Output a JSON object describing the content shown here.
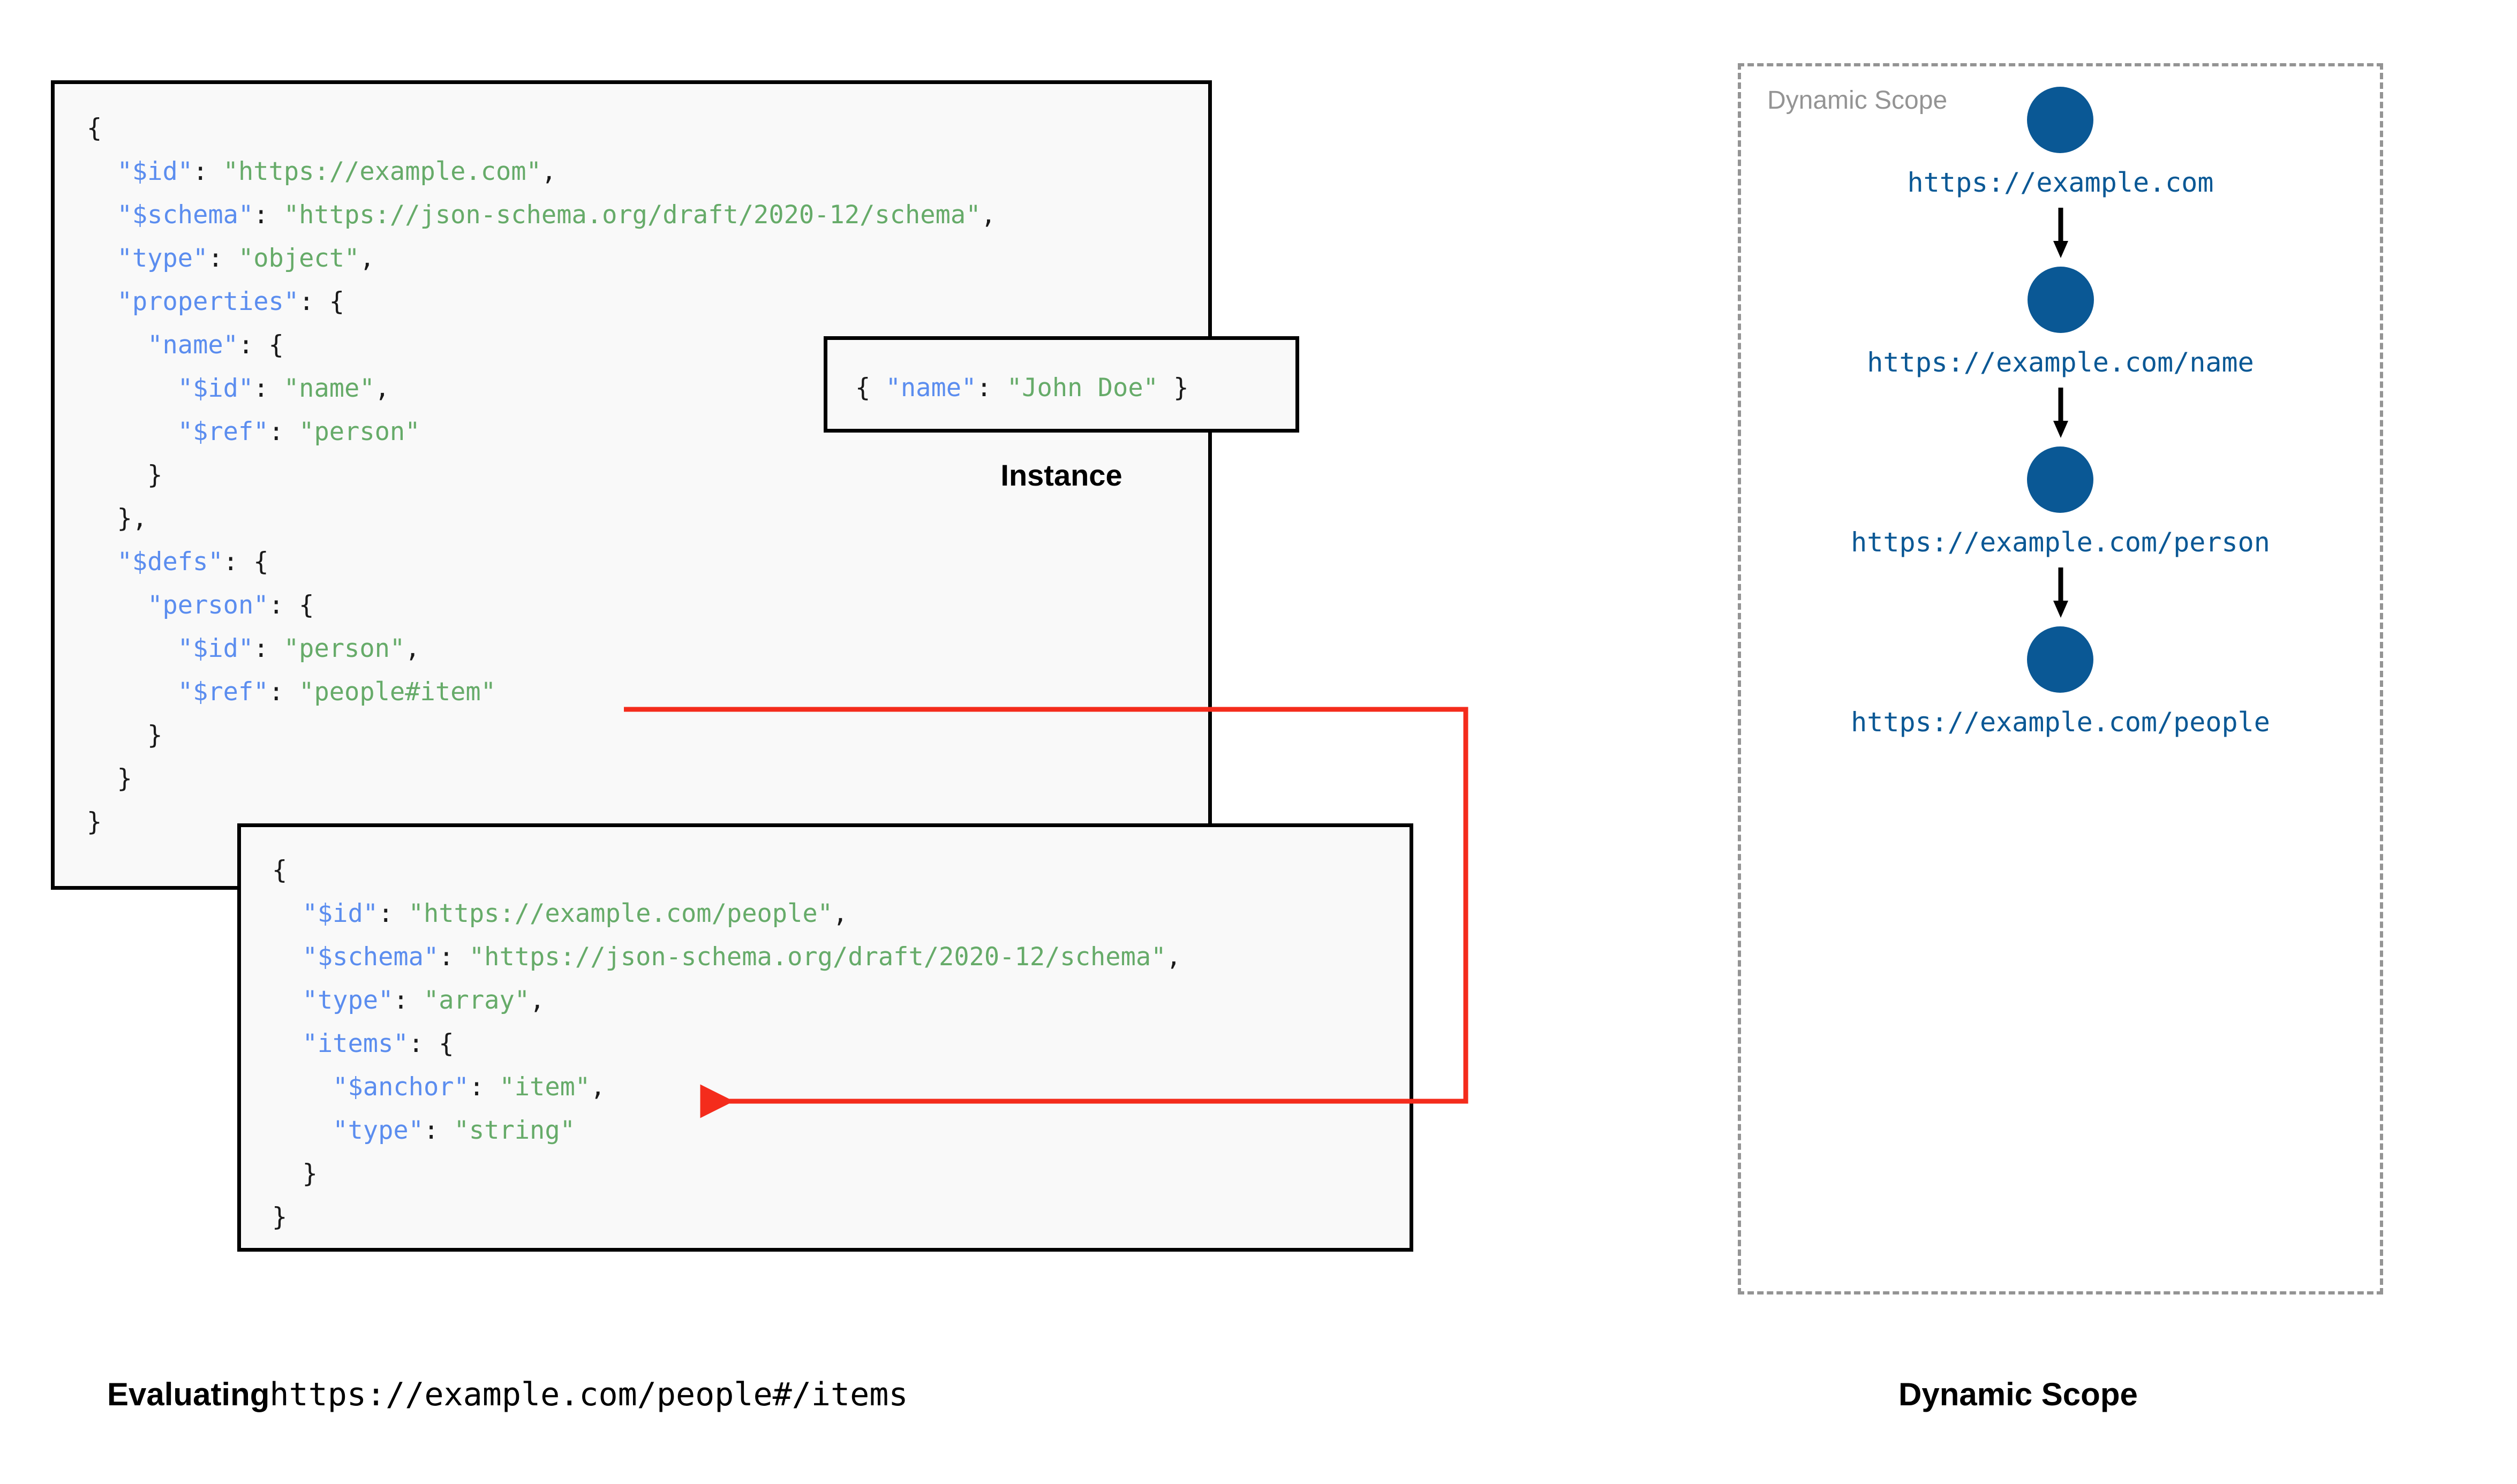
{
  "schema_root": {
    "lines": [
      [
        {
          "t": "{",
          "c": "p"
        }
      ],
      [
        {
          "t": "  ",
          "c": "p"
        },
        {
          "t": "\"$id\"",
          "c": "k"
        },
        {
          "t": ": ",
          "c": "p"
        },
        {
          "t": "\"https://example.com\"",
          "c": "v"
        },
        {
          "t": ",",
          "c": "p"
        }
      ],
      [
        {
          "t": "  ",
          "c": "p"
        },
        {
          "t": "\"$schema\"",
          "c": "k"
        },
        {
          "t": ": ",
          "c": "p"
        },
        {
          "t": "\"https://json-schema.org/draft/2020-12/schema\"",
          "c": "v"
        },
        {
          "t": ",",
          "c": "p"
        }
      ],
      [
        {
          "t": "  ",
          "c": "p"
        },
        {
          "t": "\"type\"",
          "c": "k"
        },
        {
          "t": ": ",
          "c": "p"
        },
        {
          "t": "\"object\"",
          "c": "v"
        },
        {
          "t": ",",
          "c": "p"
        }
      ],
      [
        {
          "t": "  ",
          "c": "p"
        },
        {
          "t": "\"properties\"",
          "c": "k"
        },
        {
          "t": ": {",
          "c": "p"
        }
      ],
      [
        {
          "t": "    ",
          "c": "p"
        },
        {
          "t": "\"name\"",
          "c": "k"
        },
        {
          "t": ": {",
          "c": "p"
        }
      ],
      [
        {
          "t": "      ",
          "c": "p"
        },
        {
          "t": "\"$id\"",
          "c": "k"
        },
        {
          "t": ": ",
          "c": "p"
        },
        {
          "t": "\"name\"",
          "c": "v"
        },
        {
          "t": ",",
          "c": "p"
        }
      ],
      [
        {
          "t": "      ",
          "c": "p"
        },
        {
          "t": "\"$ref\"",
          "c": "k"
        },
        {
          "t": ": ",
          "c": "p"
        },
        {
          "t": "\"person\"",
          "c": "v"
        }
      ],
      [
        {
          "t": "    }",
          "c": "p"
        }
      ],
      [
        {
          "t": "  },",
          "c": "p"
        }
      ],
      [
        {
          "t": "  ",
          "c": "p"
        },
        {
          "t": "\"$defs\"",
          "c": "k"
        },
        {
          "t": ": {",
          "c": "p"
        }
      ],
      [
        {
          "t": "    ",
          "c": "p"
        },
        {
          "t": "\"person\"",
          "c": "k"
        },
        {
          "t": ": {",
          "c": "p"
        }
      ],
      [
        {
          "t": "      ",
          "c": "p"
        },
        {
          "t": "\"$id\"",
          "c": "k"
        },
        {
          "t": ": ",
          "c": "p"
        },
        {
          "t": "\"person\"",
          "c": "v"
        },
        {
          "t": ",",
          "c": "p"
        }
      ],
      [
        {
          "t": "      ",
          "c": "p"
        },
        {
          "t": "\"$ref\"",
          "c": "k"
        },
        {
          "t": ": ",
          "c": "p"
        },
        {
          "t": "\"people#item\"",
          "c": "v"
        }
      ],
      [
        {
          "t": "    }",
          "c": "p"
        }
      ],
      [
        {
          "t": "  }",
          "c": "p"
        }
      ],
      [
        {
          "t": "}",
          "c": "p"
        }
      ]
    ]
  },
  "instance": {
    "caption": "Instance",
    "lines": [
      [
        {
          "t": "{ ",
          "c": "p"
        },
        {
          "t": "\"name\"",
          "c": "k"
        },
        {
          "t": ": ",
          "c": "p"
        },
        {
          "t": "\"John Doe\"",
          "c": "v"
        },
        {
          "t": " }",
          "c": "p"
        }
      ]
    ]
  },
  "schema_people": {
    "lines": [
      [
        {
          "t": "{",
          "c": "p"
        }
      ],
      [
        {
          "t": "  ",
          "c": "p"
        },
        {
          "t": "\"$id\"",
          "c": "k"
        },
        {
          "t": ": ",
          "c": "p"
        },
        {
          "t": "\"https://example.com/people\"",
          "c": "v"
        },
        {
          "t": ",",
          "c": "p"
        }
      ],
      [
        {
          "t": "  ",
          "c": "p"
        },
        {
          "t": "\"$schema\"",
          "c": "k"
        },
        {
          "t": ": ",
          "c": "p"
        },
        {
          "t": "\"https://json-schema.org/draft/2020-12/schema\"",
          "c": "v"
        },
        {
          "t": ",",
          "c": "p"
        }
      ],
      [
        {
          "t": "  ",
          "c": "p"
        },
        {
          "t": "\"type\"",
          "c": "k"
        },
        {
          "t": ": ",
          "c": "p"
        },
        {
          "t": "\"array\"",
          "c": "v"
        },
        {
          "t": ",",
          "c": "p"
        }
      ],
      [
        {
          "t": "  ",
          "c": "p"
        },
        {
          "t": "\"items\"",
          "c": "k"
        },
        {
          "t": ": {",
          "c": "p"
        }
      ],
      [
        {
          "t": "    ",
          "c": "p"
        },
        {
          "t": "\"$anchor\"",
          "c": "k"
        },
        {
          "t": ": ",
          "c": "p"
        },
        {
          "t": "\"item\"",
          "c": "v"
        },
        {
          "t": ",",
          "c": "p"
        }
      ],
      [
        {
          "t": "    ",
          "c": "p"
        },
        {
          "t": "\"type\"",
          "c": "k"
        },
        {
          "t": ": ",
          "c": "p"
        },
        {
          "t": "\"string\"",
          "c": "v"
        }
      ],
      [
        {
          "t": "  }",
          "c": "p"
        }
      ],
      [
        {
          "t": "}",
          "c": "p"
        }
      ]
    ]
  },
  "ref_arrow": {
    "color": "#f42c1c",
    "from_label": "\"people#item\"",
    "to_label": "\"$anchor\": \"item\""
  },
  "dynamic_scope": {
    "title": "Dynamic Scope",
    "caption": "Dynamic Scope",
    "node_color": "#0a5895",
    "border_color": "#949494",
    "nodes": [
      {
        "label": "https://example.com"
      },
      {
        "label": "https://example.com/name"
      },
      {
        "label": "https://example.com/person"
      },
      {
        "label": "https://example.com/people"
      }
    ]
  },
  "evaluating": {
    "label": "Evaluating",
    "uri": "https://example.com/people#/items"
  }
}
